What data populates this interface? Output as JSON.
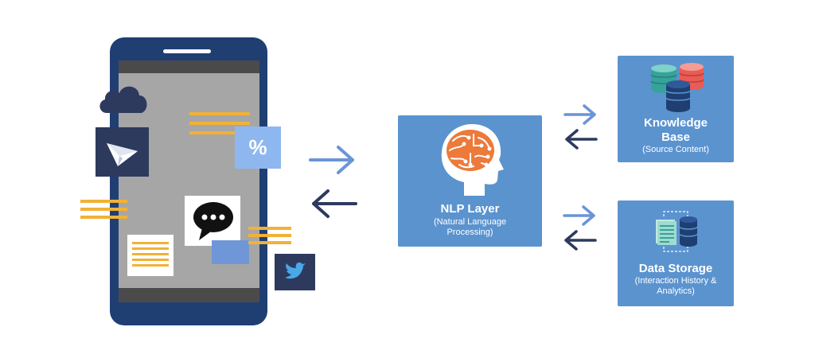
{
  "nodes": {
    "nlp": {
      "title": "NLP Layer",
      "subtitle": "(Natural Language Processing)"
    },
    "knowledge": {
      "title": "Knowledge Base",
      "subtitle": "(Source Content)"
    },
    "storage": {
      "title": "Data Storage",
      "subtitle": "(Interaction History & Analytics)"
    }
  },
  "phone": {
    "percent_symbol": "%"
  },
  "icons": [
    "cloud-icon",
    "paper-plane-icon",
    "percent-icon",
    "chat-bubble-icon",
    "twitter-icon",
    "document-icon",
    "brain-head-icon",
    "database-icon",
    "data-transfer-icon"
  ],
  "colors": {
    "box_blue": "#5b93cf",
    "phone_navy": "#1f3f73",
    "screen_gray": "#a6a6a6",
    "dark_slate": "#2d3a5e",
    "accent_yellow": "#f2b136",
    "light_blue": "#8fb7ef",
    "arrow_light": "#6a94d6",
    "arrow_dark": "#2d3a5e",
    "brain_orange": "#ec7a3a",
    "db_teal": "#36a39a",
    "db_red": "#ea5b54"
  }
}
